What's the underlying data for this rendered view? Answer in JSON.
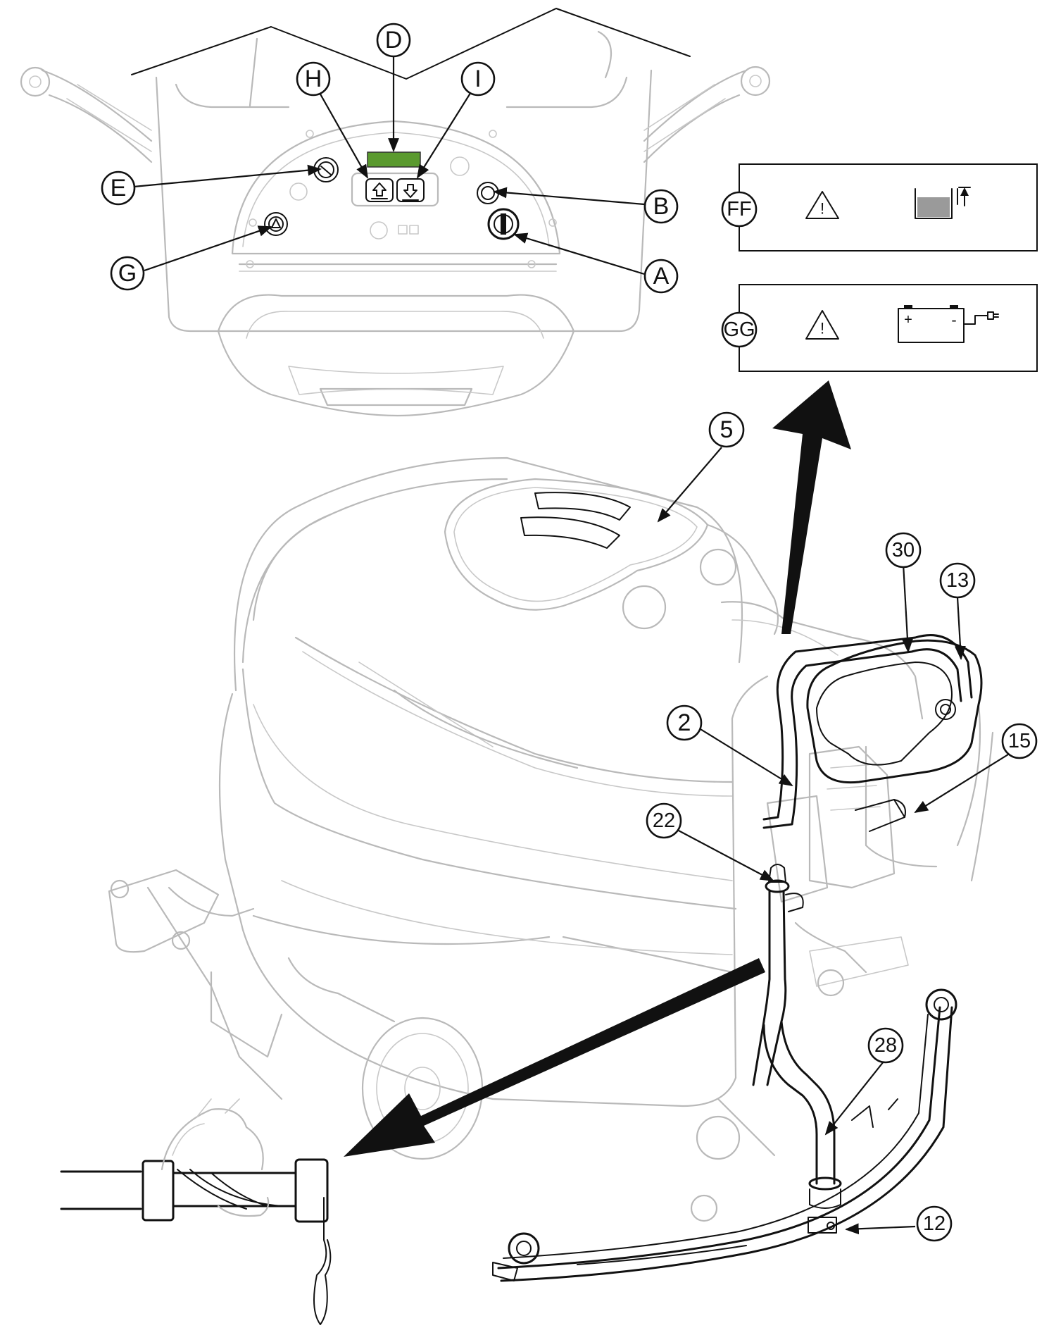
{
  "figure": {
    "callouts": {
      "A": "A",
      "B": "B",
      "D": "D",
      "E": "E",
      "G": "G",
      "H": "H",
      "I": "I",
      "c2": "2",
      "c5": "5",
      "c12": "12",
      "c13": "13",
      "c15": "15",
      "c22": "22",
      "c28": "28",
      "c30": "30"
    },
    "warning_labels": [
      {
        "id": "FF",
        "label": "FF",
        "symbol": "!",
        "icon": "tank-full-icon"
      },
      {
        "id": "GG",
        "label": "GG",
        "symbol": "!",
        "icon": "battery-charge-icon"
      }
    ],
    "battery_terminals": {
      "plus": "+",
      "minus": "-"
    },
    "display_color": "#5a9a2e"
  }
}
